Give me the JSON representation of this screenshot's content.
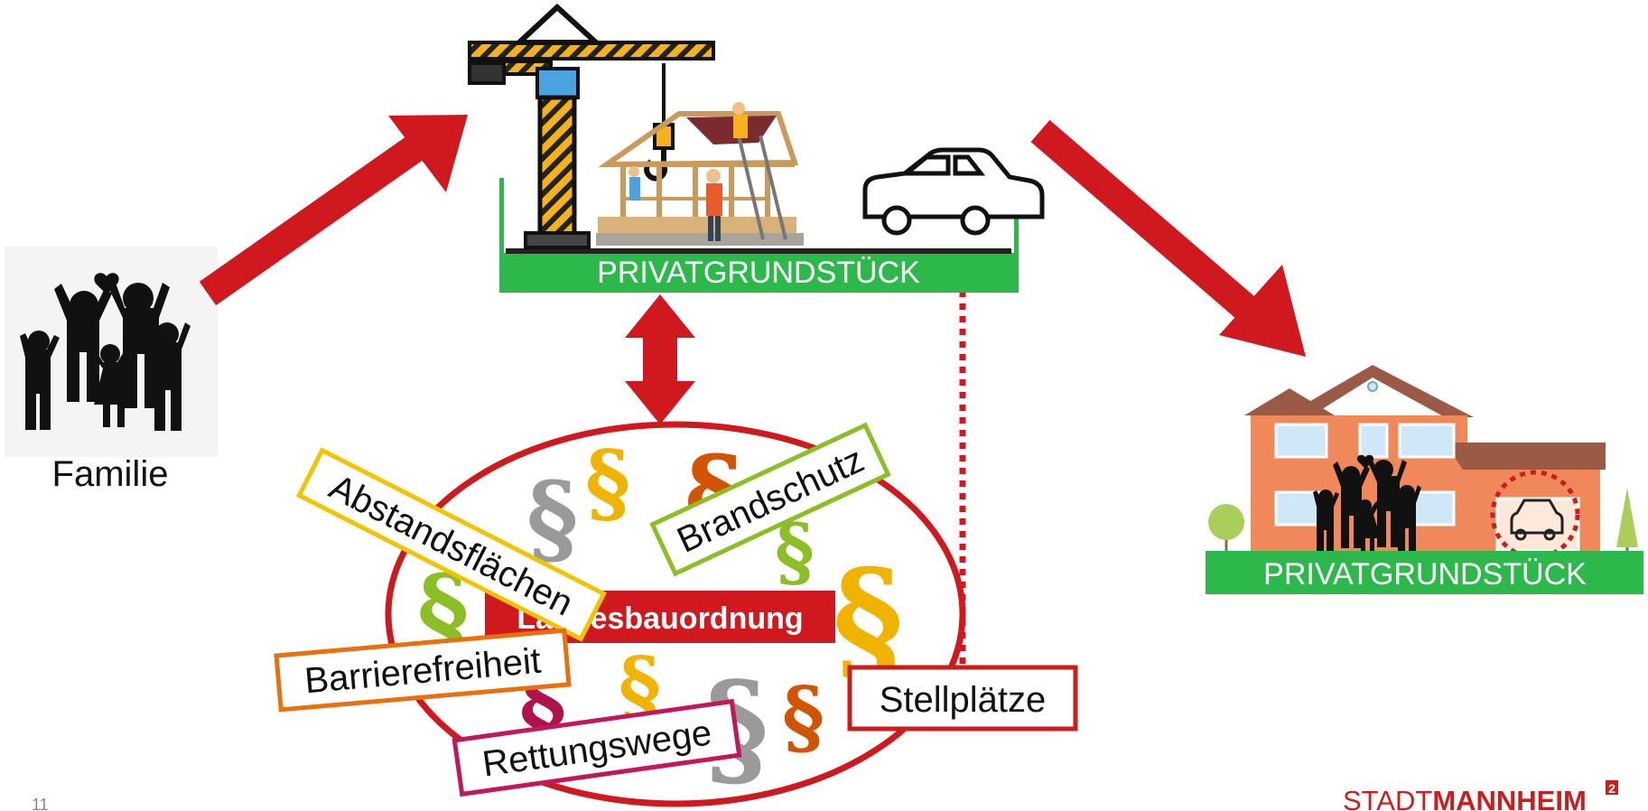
{
  "slide": {
    "page_number": "11",
    "family_label": "Familie",
    "plot_top_label": "PRIVATGRUNDSTÜCK",
    "plot_right_label": "PRIVATGRUNDSTÜCK",
    "law_label": "Landesbauordnung",
    "tags": {
      "abstand": "Abstandsflächen",
      "brandschutz": "Brandschutz",
      "barriere": "Barrierefreiheit",
      "rettungswege": "Rettungswege",
      "stellplaetze": "Stellplätze"
    },
    "logo": {
      "text_light": "STADT",
      "text_bold": "MANNHEIM",
      "superscript": "2"
    },
    "paragraph_symbol": "§"
  },
  "colors": {
    "arrow_red": "#d0191f",
    "plot_green": "#2db84c",
    "tag_abstand": "#f2c400",
    "tag_brandschutz": "#8cbf26",
    "tag_barriere": "#e8700f",
    "tag_rettungswege": "#c2185b",
    "tag_stellplaetze": "#c81e1e",
    "crane_yellow": "#f5b21b",
    "house_orange": "#f0885a",
    "roof_brown": "#9b5a45"
  }
}
